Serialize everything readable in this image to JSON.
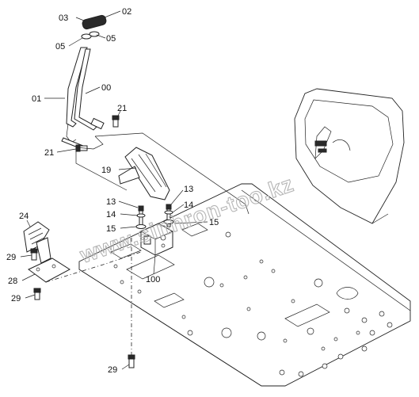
{
  "labels": {
    "p03": "03",
    "p02": "02",
    "p05a": "05",
    "p05b": "05",
    "p00": "00",
    "p01": "01",
    "p21a": "21",
    "p21b": "21",
    "p19": "19",
    "p13a": "13",
    "p13b": "13",
    "p14a": "14",
    "p14b": "14",
    "p15a": "15",
    "p15b": "15",
    "p24": "24",
    "p29a": "29",
    "p28": "28",
    "p29b": "29",
    "p100": "100",
    "p29c": "29"
  },
  "watermark": "www.sinhron-too.kz"
}
